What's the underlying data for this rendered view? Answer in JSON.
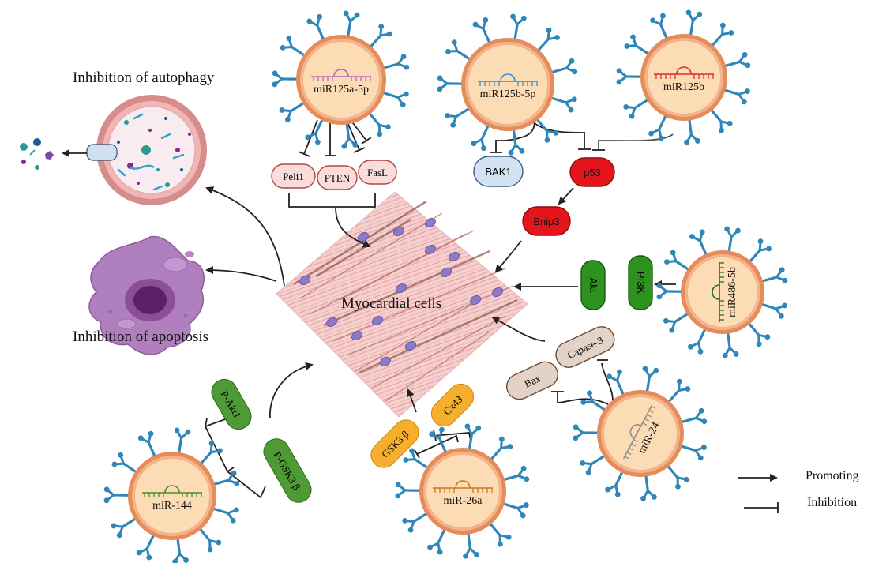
{
  "labels": {
    "autophagy": "Inhibition of autophagy",
    "apoptosis": "Inhibition of apoptosis",
    "myocardial": "Myocardial cells"
  },
  "exosomes": {
    "mir125a5p": "miR125a-5p",
    "mir125b5p": "miR125b-5p",
    "mir125b": "miR125b",
    "mir486": "miR486-5b",
    "mir24": "miR-24",
    "mir26a": "miR-26a",
    "mir144": "miR-144"
  },
  "targets": {
    "peli1": "Peli1",
    "pten": "PTEN",
    "fasl": "FasL",
    "bak1": "BAK1",
    "p53": "p53",
    "bnip3": "Bnip3",
    "akt": "Akt",
    "pi3k": "PI3K",
    "bax": "Bax",
    "capase3": "Capase-3",
    "gsk3b": "GSK3 β",
    "cx43": "Cx43",
    "pakt1": "P-Akt1",
    "pgsk3b": "P-GSK3 β"
  },
  "legend": {
    "promoting": "Promoting",
    "inhibition": "Inhibition"
  },
  "colors": {
    "vesicle_fill": "#fcdcb4",
    "vesicle_ring": "#e58c5a",
    "receptor": "#2f86b9",
    "red": "#e4151b",
    "green": "#2e9221",
    "olive_green": "#4e9a34",
    "orange": "#f6ae2d",
    "tan": "#e3d3c7",
    "pink": "#f9dcdc",
    "blue_light": "#d4e3f3",
    "muscle": "#f2c1c1"
  }
}
